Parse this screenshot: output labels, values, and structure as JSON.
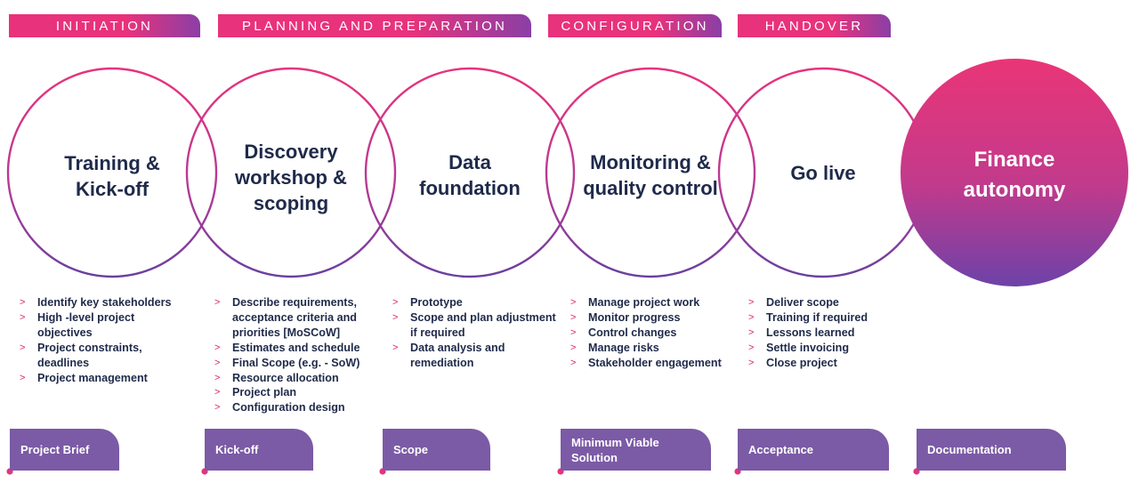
{
  "phases": [
    {
      "label": "INITIATION"
    },
    {
      "label": "PLANNING AND PREPARATION"
    },
    {
      "label": "CONFIGURATION"
    },
    {
      "label": "HANDOVER"
    }
  ],
  "stages": [
    {
      "title_lines": [
        "Training &",
        "Kick-off"
      ],
      "bullets": [
        "Identify key stakeholders",
        "High -level project objectives",
        "Project constraints, deadlines",
        "Project management"
      ],
      "deliverable": "Project Brief"
    },
    {
      "title_lines": [
        "Discovery",
        "workshop &",
        "scoping"
      ],
      "bullets": [
        "Describe requirements, acceptance criteria and priorities [MoSCoW]",
        "Estimates and schedule",
        "Final Scope  (e.g. - SoW)",
        "Resource allocation",
        "Project plan",
        "Configuration design"
      ],
      "deliverable": "Kick-off"
    },
    {
      "title_lines": [
        "Data",
        "foundation"
      ],
      "bullets": [
        "Prototype",
        "Scope and plan adjustment if required",
        "Data analysis and remediation"
      ],
      "deliverable": "Scope"
    },
    {
      "title_lines": [
        "Monitoring &",
        "quality control"
      ],
      "bullets": [
        "Manage project work",
        "Monitor progress",
        "Control changes",
        "Manage risks",
        "Stakeholder engagement"
      ],
      "deliverable": "Minimum Viable Solution"
    },
    {
      "title_lines": [
        "Go live"
      ],
      "bullets": [
        "Deliver scope",
        "Training if required",
        "Lessons learned",
        "Settle invoicing",
        "Close project"
      ],
      "deliverable": "Acceptance"
    },
    {
      "title_lines": [
        "Finance",
        "autonomy"
      ],
      "bullets": [],
      "deliverable": "Documentation"
    }
  ],
  "colors": {
    "pink": "#e8327c",
    "purple": "#6a3fa0",
    "deliverable_bg": "#7b5aa6",
    "title_text": "#1f2a4a"
  }
}
